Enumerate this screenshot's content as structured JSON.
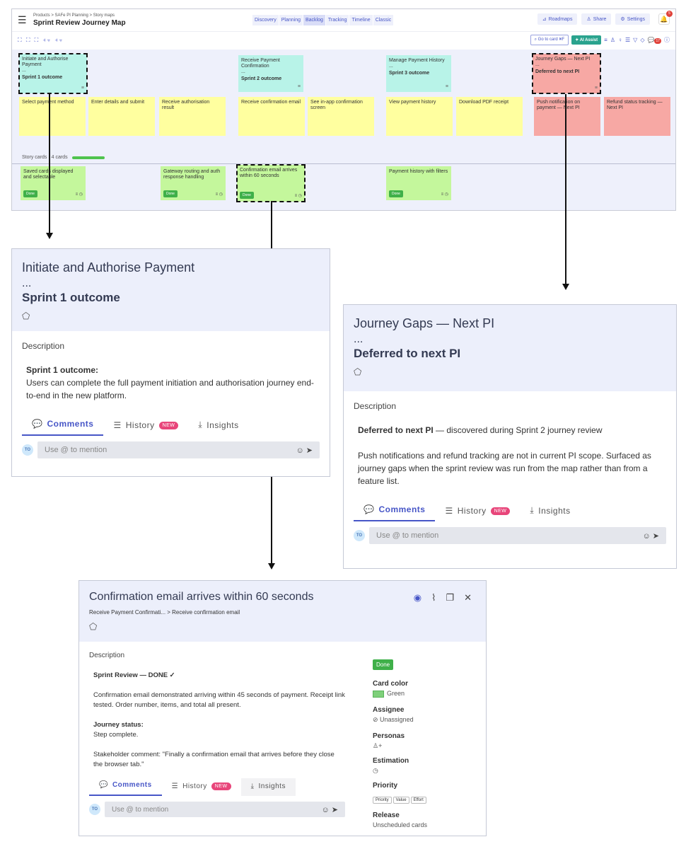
{
  "app": {
    "breadcrumb": "Products > SAFe PI Planning > Story maps",
    "title": "Sprint Review Journey Map",
    "nav_tabs": [
      "Discovery",
      "Planning",
      "Backlog",
      "Tracking",
      "Timeline",
      "Classic"
    ],
    "active_tab": "Backlog",
    "roadmaps": "Roadmaps",
    "share": "Share",
    "settings": "Settings",
    "bell_count": "5",
    "goto": "Go to card ⌘F",
    "ai_assist": "AI Assist",
    "toolbar_badge": "17"
  },
  "activities": [
    {
      "title": "Initiate and Authorise Payment",
      "dots": "...",
      "outcome": "Sprint 1 outcome"
    },
    {
      "title": "Receive Payment Confirmation",
      "dots": "...",
      "outcome": "Sprint 2 outcome"
    },
    {
      "title": "Manage Payment History",
      "dots": "...",
      "outcome": "Sprint 3 outcome"
    },
    {
      "title": "Journey Gaps — Next PI",
      "dots": "...",
      "outcome": "Deferred to next PI"
    }
  ],
  "steps": [
    "Select payment method",
    "Enter details and submit",
    "Receive authorisation result",
    "Receive confirmation email",
    "See in-app confirmation screen",
    "View payment history",
    "Download PDF receipt",
    "Push notification on payment — Next PI",
    "Refund status tracking — Next PI"
  ],
  "story_label": "Story cards · 4 cards",
  "stories": [
    {
      "title": "Saved cards displayed and selectable",
      "status": "Done"
    },
    {
      "title": "Gateway routing and auth response handling",
      "status": "Done"
    },
    {
      "title": "Confirmation email arrives within 60 seconds",
      "status": "Done"
    },
    {
      "title": "Payment history with filters",
      "status": "Done"
    }
  ],
  "panel1": {
    "title": "Initiate and Authorise Payment",
    "dots": "...",
    "subtitle": "Sprint 1 outcome",
    "description_label": "Description",
    "desc_bold": "Sprint 1 outcome:",
    "desc_text": "Users can complete the full payment initiation and authorisation journey end-to-end in the new platform."
  },
  "panel2": {
    "title": "Journey Gaps — Next PI",
    "dots": "...",
    "subtitle": "Deferred to next PI",
    "description_label": "Description",
    "desc_bold": "Deferred to next PI",
    "desc_rest": " — discovered during Sprint 2 journey review",
    "desc_text": "Push notifications and refund tracking are not in current PI scope. Surfaced as journey gaps when the sprint review was run from the map rather than from a feature list."
  },
  "panel3": {
    "title": "Confirmation email arrives within 60 seconds",
    "breadcrumb": "Receive Payment Confirmati... > Receive confirmation email",
    "description_label": "Description",
    "review_heading": "Sprint Review — DONE ✓",
    "review_text": "Confirmation email demonstrated arriving within 45 seconds of payment. Receipt link tested. Order number, items, and total all present.",
    "journey_label": "Journey status:",
    "journey_text": "Step complete.",
    "stakeholder": "Stakeholder comment: \"Finally a confirmation email that arrives before they close the browser tab.\"",
    "status": "Done",
    "card_color_label": "Card color",
    "card_color": "Green",
    "assignee_label": "Assignee",
    "assignee": "Unassigned",
    "personas_label": "Personas",
    "estimation_label": "Estimation",
    "priority_label": "Priority",
    "priority_chips": [
      "Priority",
      "Value",
      "Effort"
    ],
    "release_label": "Release",
    "release": "Unscheduled cards"
  },
  "tabs": {
    "comments": "Comments",
    "history": "History",
    "new": "NEW",
    "insights": "Insights"
  },
  "comment": {
    "avatar": "TO",
    "placeholder": "Use @ to mention"
  }
}
